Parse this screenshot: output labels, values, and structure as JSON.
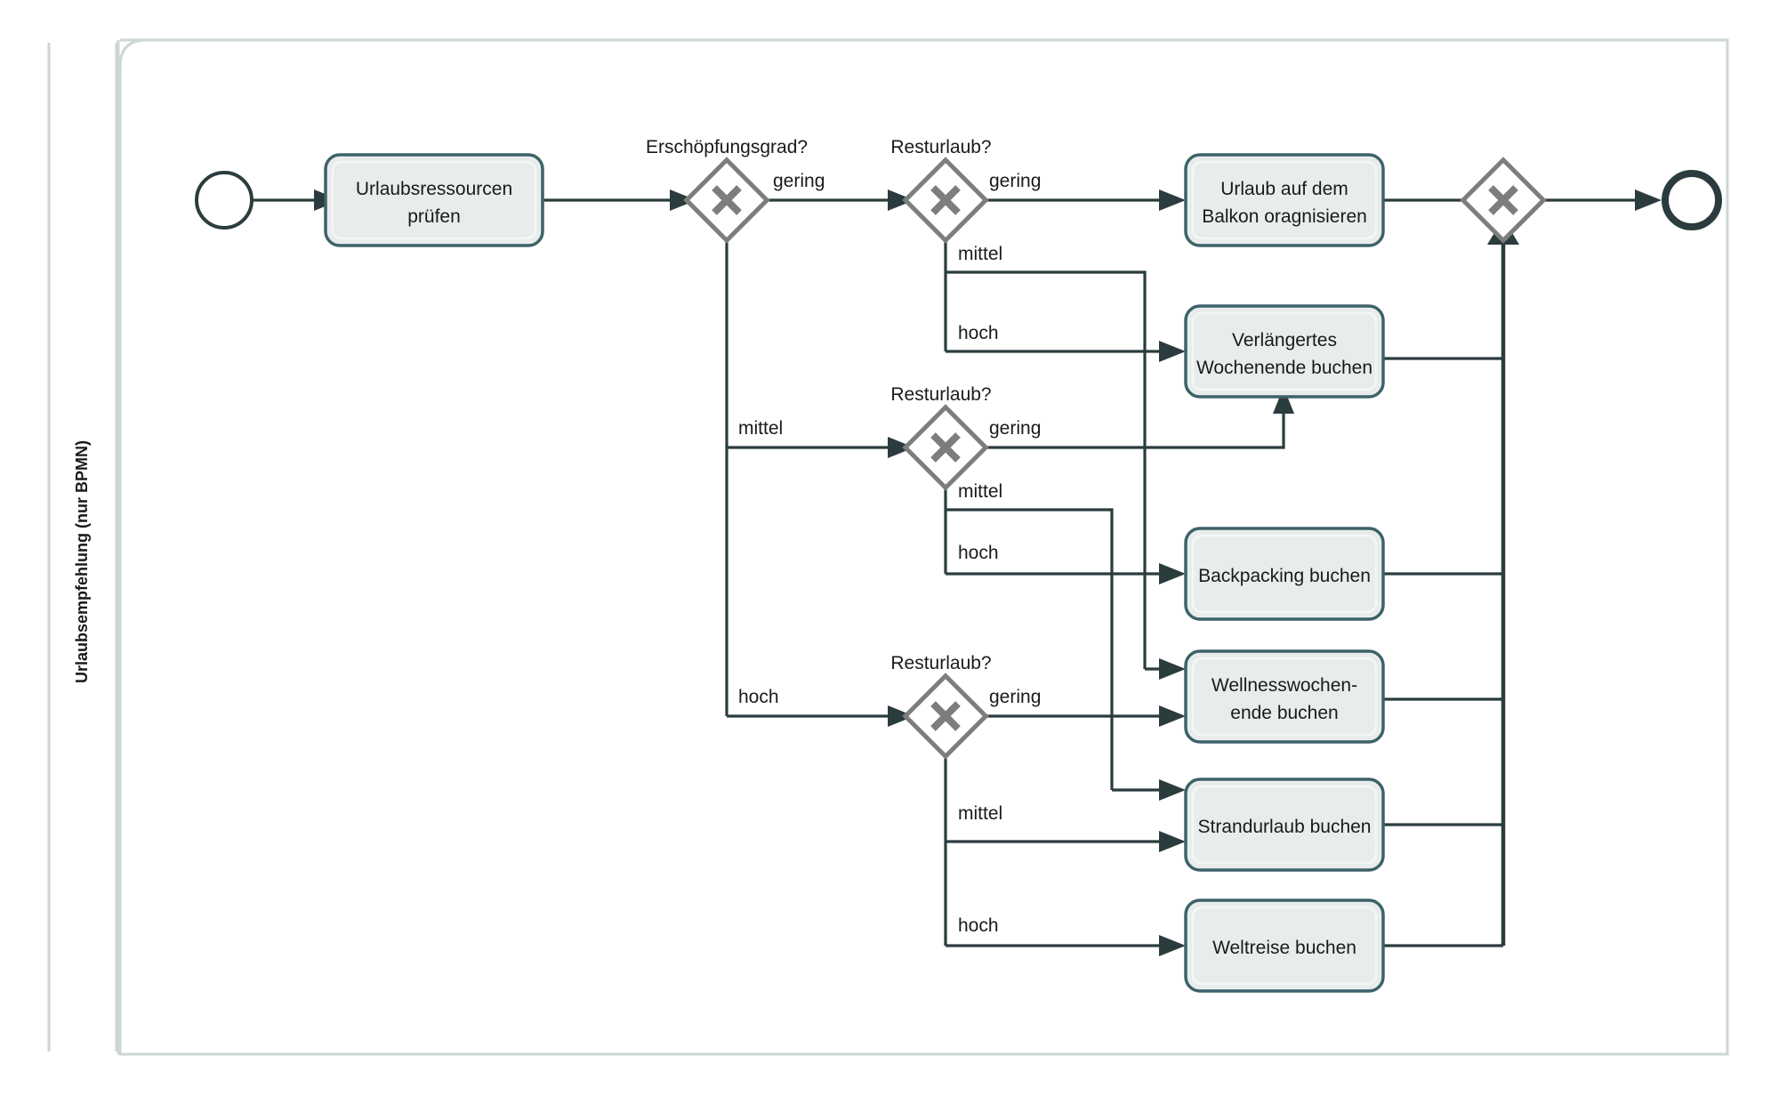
{
  "pool": {
    "label": "Urlaubsempfehlung (nur BPMN)"
  },
  "events": {
    "start": {
      "name": "start-event"
    },
    "end": {
      "name": "end-event"
    }
  },
  "tasks": [
    {
      "id": "t-pruefen",
      "line1": "Urlaubsressourcen",
      "line2": "prüfen"
    },
    {
      "id": "t-balkon",
      "line1": "Urlaub auf dem",
      "line2": "Balkon oragnisieren"
    },
    {
      "id": "t-wochenende",
      "line1": "Verlängertes",
      "line2": "Wochenende buchen"
    },
    {
      "id": "t-backpack",
      "line1": "Backpacking buchen",
      "line2": ""
    },
    {
      "id": "t-wellness",
      "line1": "Wellnesswochen-",
      "line2": "ende buchen"
    },
    {
      "id": "t-strand",
      "line1": "Strandurlaub buchen",
      "line2": ""
    },
    {
      "id": "t-weltreise",
      "line1": "Weltreise buchen",
      "line2": ""
    }
  ],
  "gateways": [
    {
      "id": "gw-erschoepfung",
      "title": "Erschöpfungsgrad?"
    },
    {
      "id": "gw-rest-1",
      "title": "Resturlaub?"
    },
    {
      "id": "gw-rest-2",
      "title": "Resturlaub?"
    },
    {
      "id": "gw-rest-3",
      "title": "Resturlaub?"
    },
    {
      "id": "gw-merge",
      "title": ""
    }
  ],
  "flow_labels": {
    "g1_gering": "gering",
    "g1_mittel": "mittel",
    "g1_hoch": "hoch",
    "r1_gering": "gering",
    "r1_mittel": "mittel",
    "r1_hoch": "hoch",
    "r2_gering": "gering",
    "r2_mittel": "mittel",
    "r2_hoch": "hoch",
    "r3_gering": "gering",
    "r3_mittel": "mittel",
    "r3_hoch": "hoch"
  },
  "colors": {
    "task_fill": "#e8edec",
    "task_stroke": "#3d6269",
    "flow_stroke": "#2b3c3e",
    "gateway_stroke": "#7d7d7d",
    "pool_stroke": "#ccd6d4"
  }
}
